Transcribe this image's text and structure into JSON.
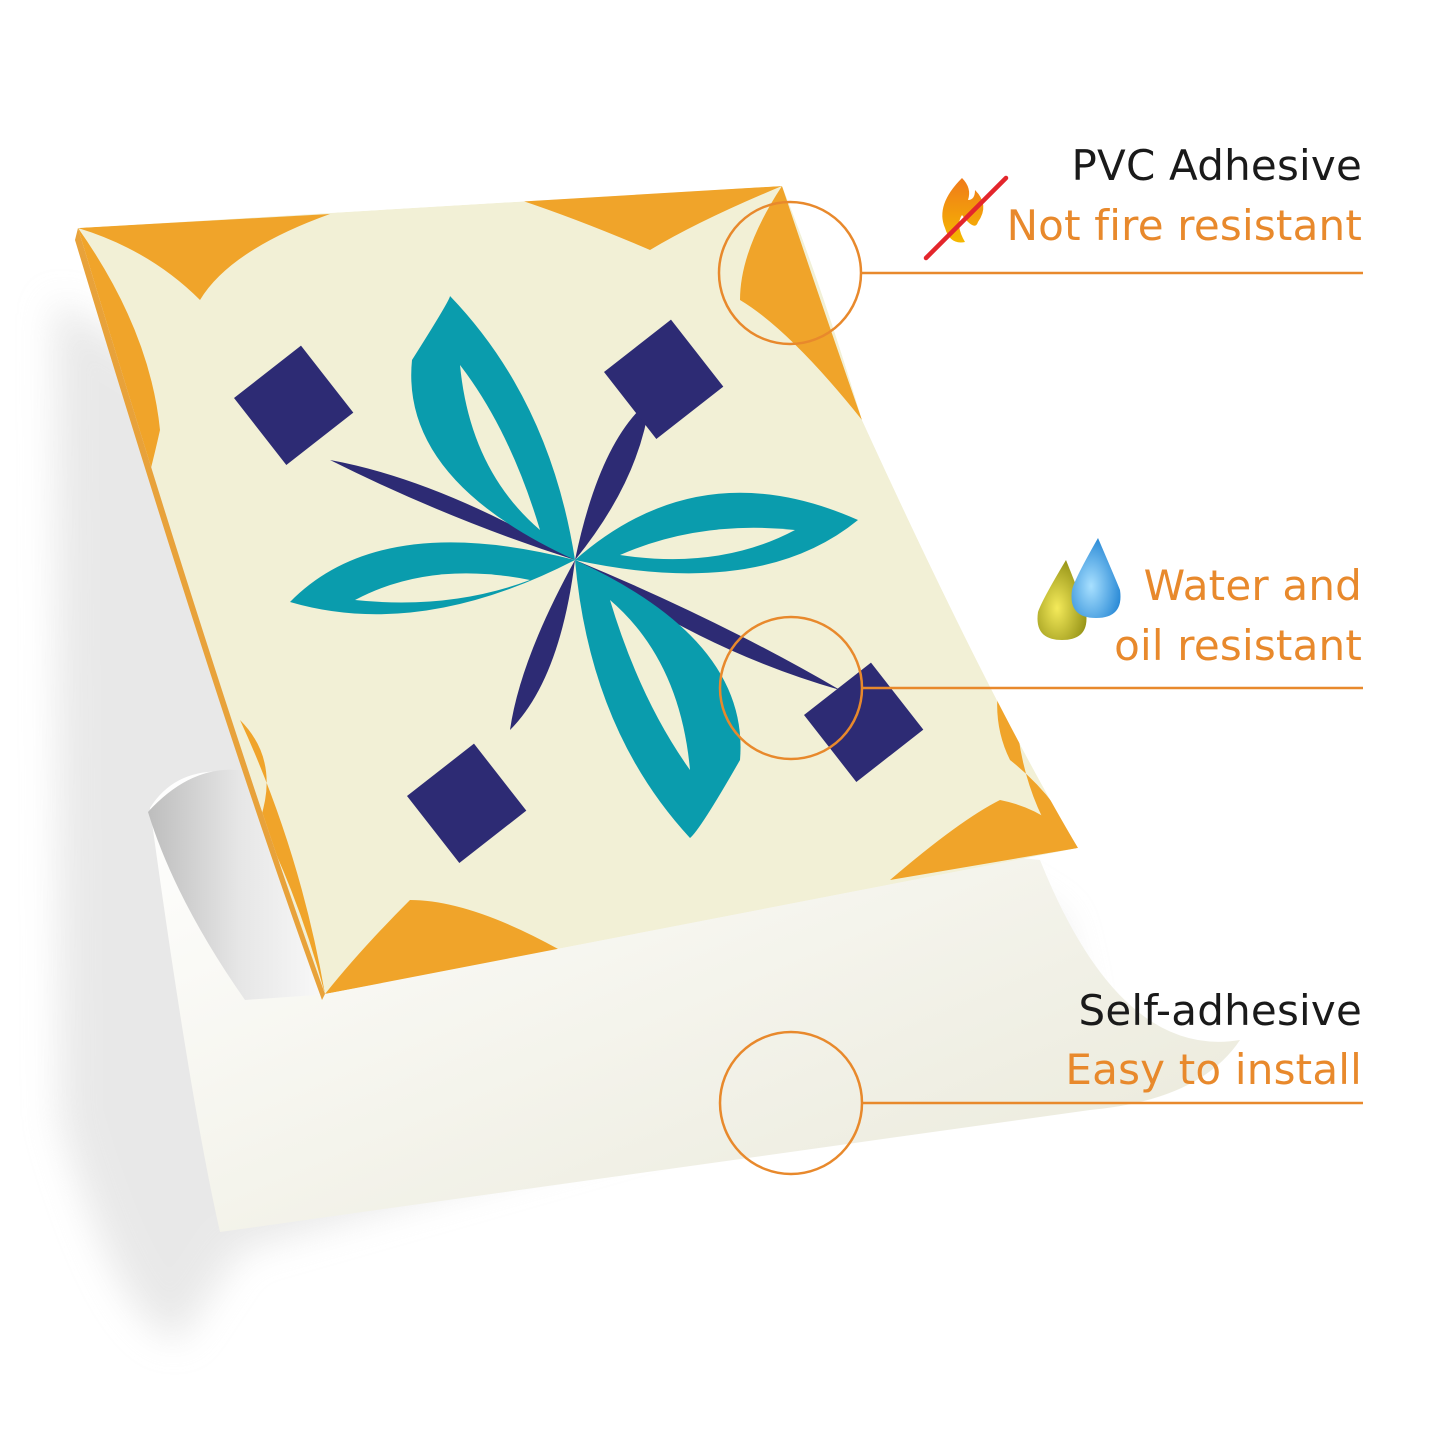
{
  "colors": {
    "accent": "#e8892c",
    "tile_background": "#f2f0d6",
    "tile_corner": "#f0a42a",
    "flower_teal": "#0a9cad",
    "navy": "#2d2b74",
    "backing_paper": "#f3f2e3",
    "text_dark": "#1a1a1a",
    "no_fire_slash": "#e3262c"
  },
  "features": [
    {
      "key": "pvc",
      "title": "PVC Adhesive",
      "subtitle": "Not fire resistant",
      "icon": "no-fire-icon"
    },
    {
      "key": "water",
      "title": "",
      "subtitle_lines": [
        "Water and",
        "oil resistant"
      ],
      "icon": "water-oil-drops-icon"
    },
    {
      "key": "self",
      "title": "Self-adhesive",
      "subtitle": "Easy to install",
      "icon": ""
    }
  ]
}
